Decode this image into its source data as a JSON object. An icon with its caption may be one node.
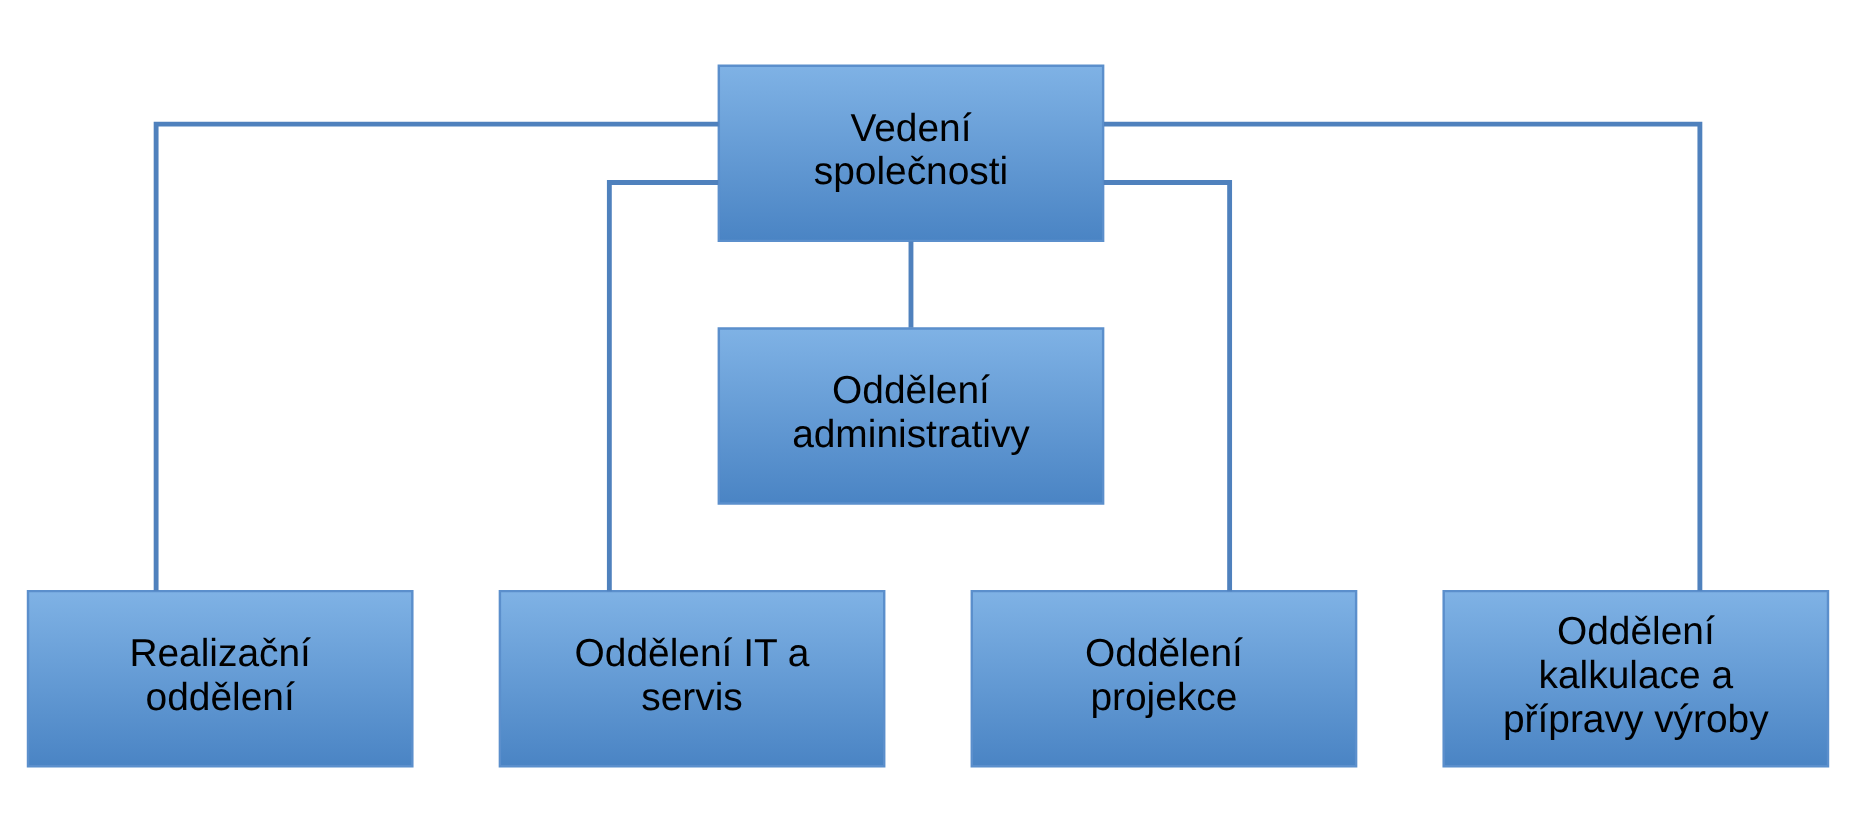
{
  "diagram": {
    "nodes": [
      {
        "text": [
          "Vedení společnosti"
        ]
      },
      {
        "text": [
          "Oddělení administrativy"
        ]
      },
      {
        "text": [
          "Realizační oddělení"
        ]
      },
      {
        "text": [
          "Oddělení IT a servis"
        ]
      },
      {
        "text": [
          "Oddělení projekce"
        ]
      },
      {
        "text": [
          "Oddělení kalkulace a přípravy výroby"
        ]
      }
    ],
    "edges": [
      {
        "from": 0,
        "to": 1,
        "arrow": "none"
      },
      {
        "from": 0,
        "to": 2,
        "arrow": "none"
      },
      {
        "from": 0,
        "to": 3,
        "arrow": "none"
      },
      {
        "from": 0,
        "to": 4,
        "arrow": "none"
      },
      {
        "from": 0,
        "to": 5,
        "arrow": "none"
      }
    ]
  }
}
